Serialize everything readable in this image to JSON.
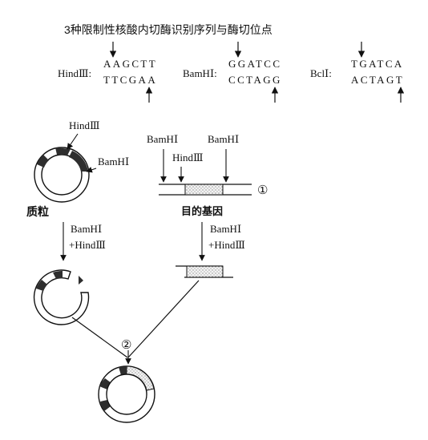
{
  "title": "3种限制性核酸内切酶识别序列与酶切位点",
  "enzymes": {
    "hind": {
      "name": "HindⅢ:",
      "top": "AAGCTT",
      "bottom": "TTCGAA"
    },
    "bam": {
      "name": "BamHⅠ:",
      "top": "GGATCC",
      "bottom": "CCTAGG"
    },
    "bcl": {
      "name": "BclⅠ:",
      "top": "TGATCA",
      "bottom": "ACTAGT"
    }
  },
  "labels": {
    "plasmid_hind": "HindⅢ",
    "plasmid_bam": "BamHⅠ",
    "plasmid": "质粒",
    "gene_bam_left": "BamHⅠ",
    "gene_bam_right": "BamHⅠ",
    "gene_hind": "HindⅢ",
    "step1": "①",
    "target_gene": "目的基因",
    "cut_left_1": "BamHⅠ",
    "cut_left_2": "+HindⅢ",
    "cut_right_1": "BamHⅠ",
    "cut_right_2": "+HindⅢ",
    "step2": "②"
  }
}
